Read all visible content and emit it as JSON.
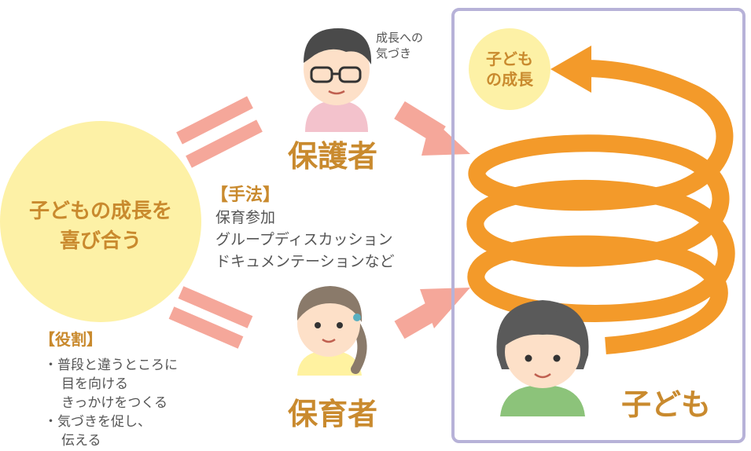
{
  "colors": {
    "circle": "#fdf1a6",
    "pink": "#f5a79a",
    "orange": "#f39a2a",
    "frame": "#b7b2d8",
    "text_accent": "#c98a2e",
    "text_gray": "#555555"
  },
  "center": {
    "line1": "子どもの成長を",
    "line2": "喜び合う"
  },
  "method": {
    "title": "【手法】",
    "items": [
      "保育参加",
      "グループディスカッション",
      "ドキュメンテーションなど"
    ]
  },
  "role": {
    "title": "【役割】",
    "lines": [
      "・普段と違うところに",
      "目を向ける",
      "きっかけをつくる",
      "・気づきを促し、",
      "伝える"
    ]
  },
  "parent": {
    "label": "保護者",
    "note_line1": "成長への",
    "note_line2": "気づき",
    "icon": "father-icon"
  },
  "teacher": {
    "label": "保育者",
    "icon": "teacher-icon"
  },
  "child": {
    "label": "子ども",
    "bubble_line1": "子ども",
    "bubble_line2": "の成長",
    "icon": "child-icon"
  }
}
